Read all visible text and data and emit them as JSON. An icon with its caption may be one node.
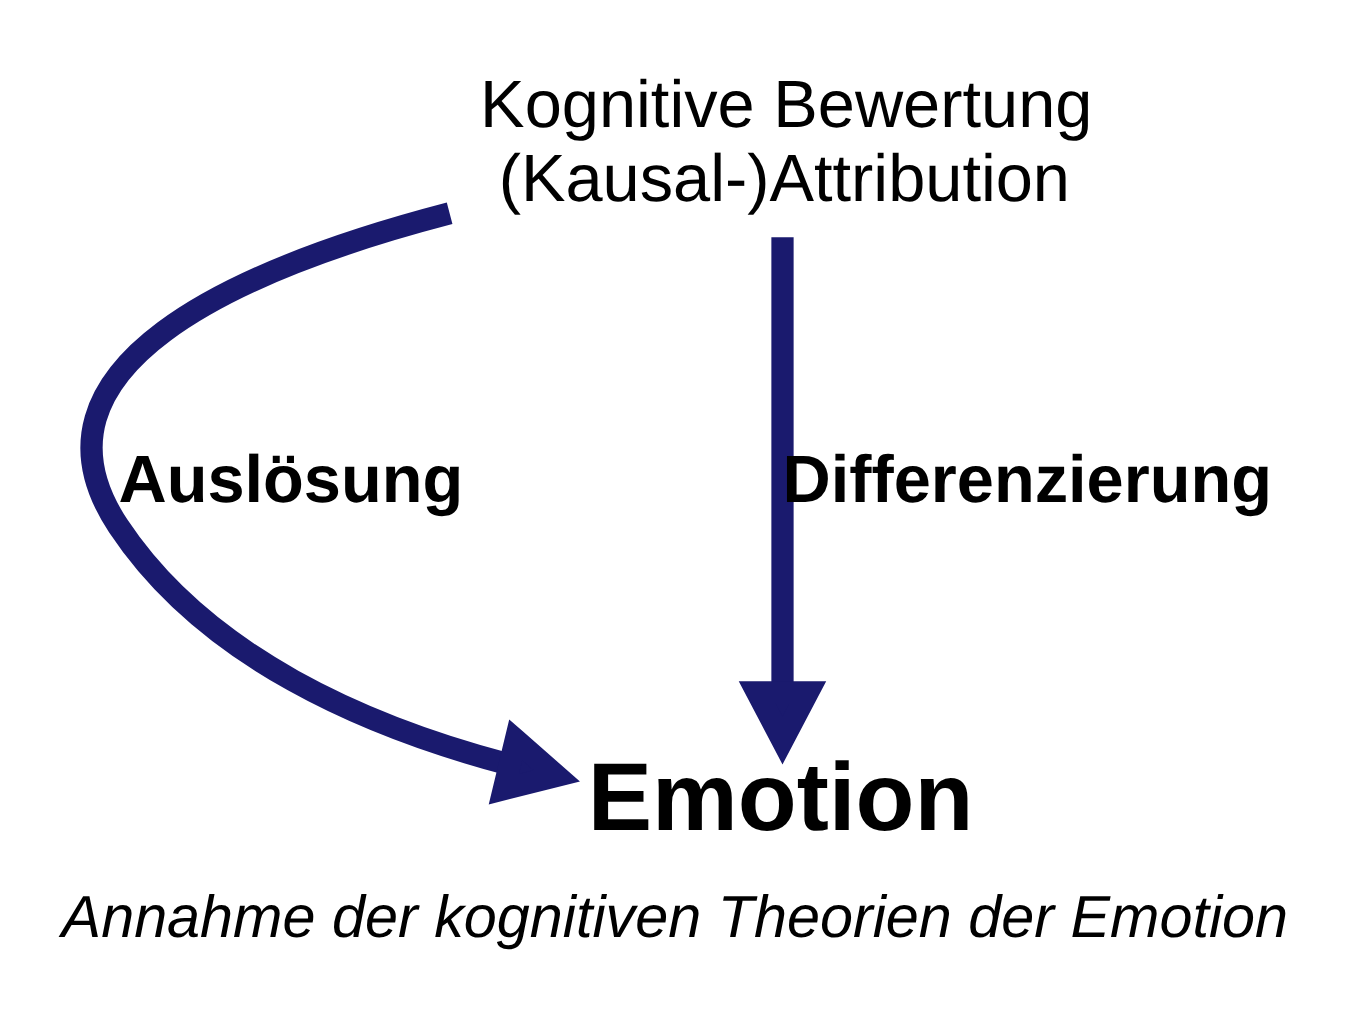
{
  "diagram": {
    "caption": "Annahme der kognitiven Theorien der Emotion",
    "nodes": [
      {
        "text": [
          "Kognitive Bewertung",
          "(Kausal-)Attribution"
        ]
      },
      {
        "text": [
          "Emotion"
        ]
      }
    ],
    "edges": [
      {
        "from": 0,
        "to": 1,
        "arrow": "to",
        "label": "Auslösung"
      },
      {
        "from": 0,
        "to": 1,
        "arrow": "to",
        "label": "Differenzierung"
      }
    ]
  }
}
